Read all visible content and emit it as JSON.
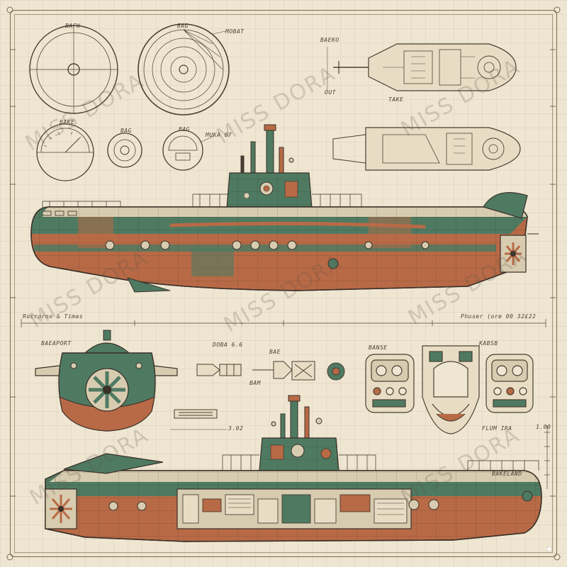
{
  "labels": {
    "top_left_gauge": "BAFW",
    "top_mid_gauge": "BAG",
    "top_mid_note": "MOBAT",
    "small_gauge_left": "BAKE",
    "small_gauge_mid": "BAG",
    "small_gauge_right": "BAG",
    "small_gauge_note": "MUKA 07",
    "upper_plan_note_a": "BAEKO",
    "upper_plan_note_b": "OUT",
    "upper_plan_note_c": "TAKE",
    "section_left_caption": "Rocrorno & Timas",
    "section_right_caption": "Phuser (ore 00 32£22",
    "front_view_note": "BAEAPORT",
    "detail_note_a": "DOBA 6.6",
    "detail_note_b": "BAM",
    "detail_note_c": "BAE",
    "detail_note_d": "3.02",
    "console_note_a": "BANSE",
    "console_note_b": "KABSB",
    "console_note_c": "FLUM IRA",
    "console_note_d": "1.00",
    "bottom_note": "BAKELAND"
  },
  "watermark": "MISS DORA",
  "colors": {
    "paper": "#efe6d2",
    "ink": "#4a3f33",
    "hull_green": "#4f7a62",
    "hull_green_dark": "#3d6650",
    "hull_rust": "#b86a46",
    "hull_rust_dark": "#8f4f33",
    "hull_beige": "#d8ccb0"
  },
  "icons": {
    "sparkle": "✦"
  }
}
